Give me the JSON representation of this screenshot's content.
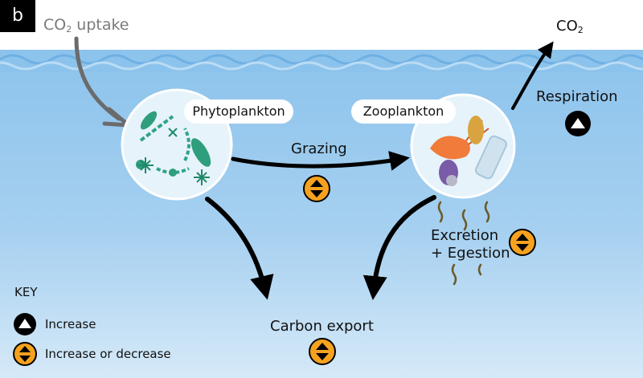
{
  "panel": {
    "letter": "b"
  },
  "surface": {
    "co2_uptake_prefix": "CO",
    "co2_uptake_sub": "2",
    "co2_uptake_suffix": " uptake",
    "co2_out_prefix": "CO",
    "co2_out_sub": "2"
  },
  "nodes": {
    "phytoplankton": {
      "label": "Phytoplankton"
    },
    "zooplankton": {
      "label": "Zooplankton"
    },
    "carbon_export": {
      "label": "Carbon export"
    }
  },
  "processes": {
    "grazing": {
      "label": "Grazing",
      "effect": "increase-or-decrease"
    },
    "respiration": {
      "label": "Respiration",
      "effect": "increase"
    },
    "excretion": {
      "line1": "Excretion",
      "line2": "+ Egestion",
      "effect": "increase-or-decrease"
    },
    "carbon_export": {
      "effect": "increase-or-decrease"
    }
  },
  "key": {
    "title": "KEY",
    "items": [
      {
        "icon": "increase-icon",
        "label": "Increase"
      },
      {
        "icon": "increase-or-decrease-icon",
        "label": "Increase or decrease"
      }
    ]
  },
  "colors": {
    "water_top": "#8fc6ee",
    "water_bottom": "#cfe6f7",
    "orange": "#f6a21f",
    "black": "#000000",
    "arrow_grey": "#6b6b6b"
  }
}
